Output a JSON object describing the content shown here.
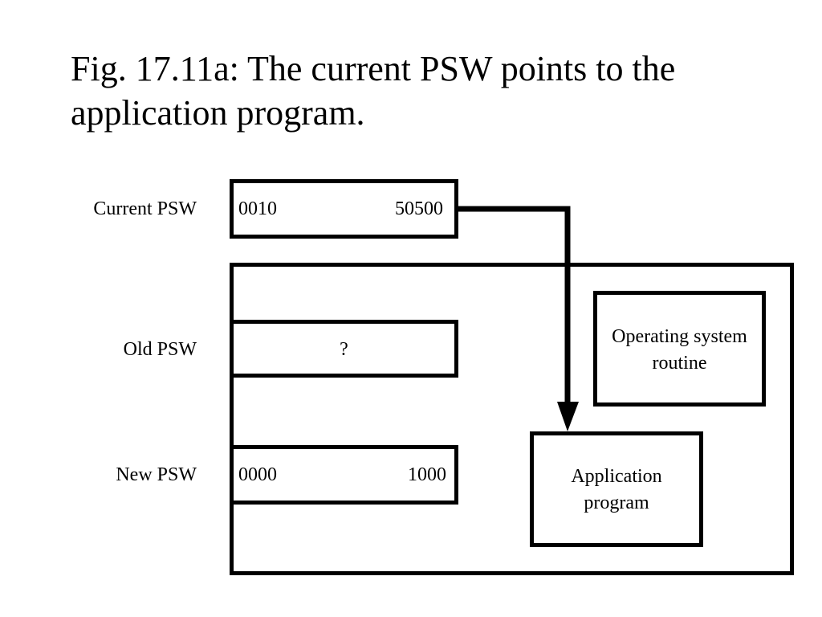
{
  "title": {
    "line1": "Fig. 17.11a: The current PSW points to the",
    "line2": "application program."
  },
  "current_psw": {
    "label": "Current PSW",
    "left_value": "0010",
    "right_value": "50500"
  },
  "old_psw": {
    "label": "Old PSW",
    "value": "?"
  },
  "new_psw": {
    "label": "New PSW",
    "left_value": "0000",
    "right_value": "1000"
  },
  "os_routine": {
    "line1": "Operating system",
    "line2": "routine"
  },
  "application_program": {
    "line1": "Application",
    "line2": "program"
  }
}
